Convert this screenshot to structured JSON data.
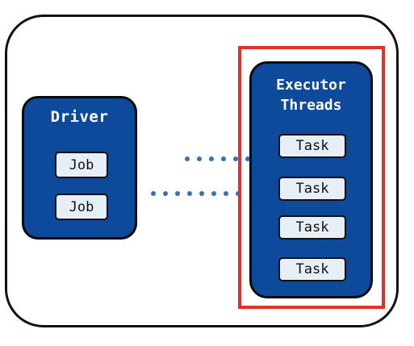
{
  "driver": {
    "title": "Driver",
    "jobs": [
      "Job",
      "Job"
    ]
  },
  "executor": {
    "title_line1": "Executor",
    "title_line2": "Threads",
    "tasks": [
      "Task",
      "Task",
      "Task",
      "Task"
    ]
  },
  "colors": {
    "box_fill": "#0d4a9c",
    "item_fill": "#e6eef8",
    "highlight": "#e0312a",
    "connector_dots": "#3a6fb8"
  },
  "connectors": {
    "style": "dotted",
    "count": 2
  }
}
